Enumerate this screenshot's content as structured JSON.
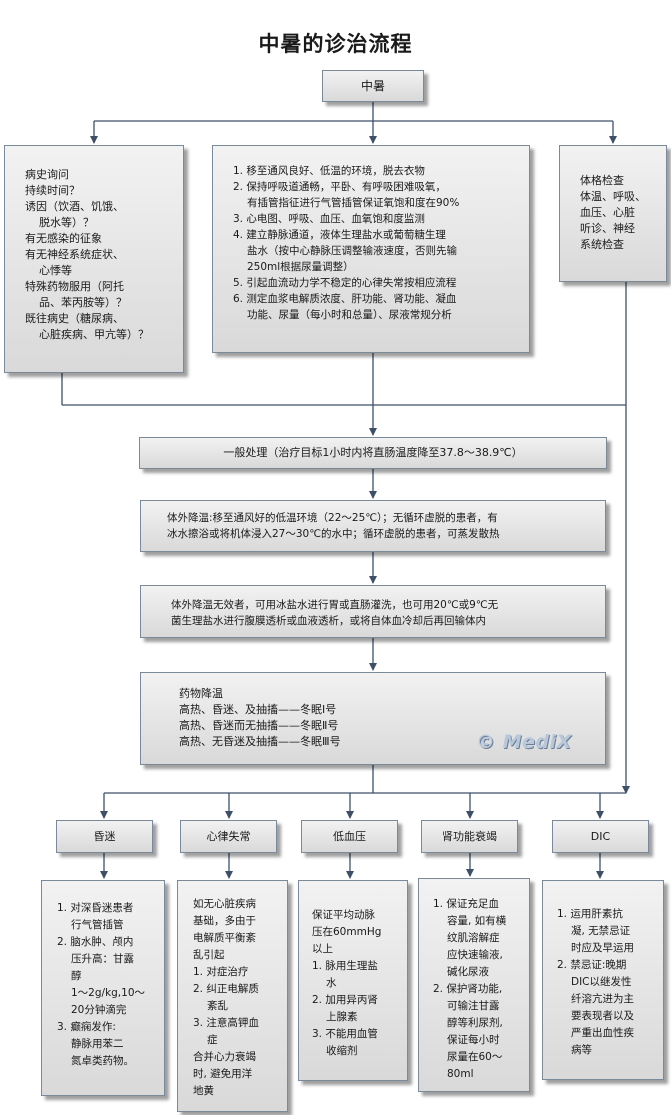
{
  "title": "中暑的诊治流程",
  "root": "中暑",
  "history": [
    "病史询问",
    "持续时间？",
    "诱因（饮酒、饥饿、",
    "脱水等）？",
    "有无感染的征象",
    "有无神经系统症状、",
    "心悸等",
    "特殊药物服用（阿托",
    "品、苯丙胺等）？",
    "既往病史（糖尿病、",
    "心脏疾病、甲亢等）？"
  ],
  "treatment": [
    "1. 移至通风良好、低温的环境，脱去衣物",
    "2. 保持呼吸道通畅，平卧、有呼吸困难吸氧，",
    "有插管指征进行气管插管保证氧饱和度在90%",
    "3. 心电图、呼吸、血压、血氧饱和度监测",
    "4. 建立静脉通道，液体生理盐水或葡萄糖生理",
    "盐水（按中心静脉压调整输液速度，否则先输",
    "250ml根据尿量调整）",
    "5. 引起血流动力学不稳定的心律失常按相应流程",
    "6. 测定血浆电解质浓度、肝功能、肾功能、凝血",
    "功能、尿量（每小时和总量）、尿液常规分析"
  ],
  "exam": [
    "体格检查",
    "体温、呼吸、",
    "血压、心脏",
    "听诊、神经",
    "系统检查"
  ],
  "general": "一般处理（治疗目标1小时内将直肠温度降至37.8～38.9℃）",
  "external_cooling": [
    "体外降温:移至通风好的低温环境（22～25℃）；无循环虚脱的患者，有",
    "冰水擦浴或将机体浸入27～30℃的水中；循环虚脱的患者，可蒸发散热"
  ],
  "failed_cooling": [
    "体外降温无效者，可用冰盐水进行胃或直肠灌洗，也可用20℃或9℃无",
    "菌生理盐水进行腹膜透析或血液透析，或将自体血冷却后再回输体内"
  ],
  "drug_cooling": [
    "药物降温",
    "高热、昏迷、及抽搐——冬眠Ⅰ号",
    "高热、昏迷而无抽搐——冬眠Ⅱ号",
    "高热、无昏迷及抽搐——冬眠Ⅲ号"
  ],
  "watermark": "© MediX",
  "branches": [
    {
      "label": "昏迷",
      "detail": [
        "1. 对深昏迷患者",
        "行气管插管",
        "2. 脑水肿、颅内",
        "压升高：甘露",
        "醇",
        "1～2g/kg,10～",
        "20分钟滴完",
        "3. 癫痫发作:",
        "静脉用苯二",
        "氮卓类药物。"
      ]
    },
    {
      "label": "心律失常",
      "detail": [
        "如无心脏疾病",
        "基础，多由于",
        "电解质平衡紊",
        "乱引起",
        "1. 对症治疗",
        "2. 纠正电解质",
        "紊乱",
        "3. 注意高钾血",
        "症",
        "合并心力衰竭",
        "时, 避免用洋",
        "地黄"
      ]
    },
    {
      "label": "低血压",
      "detail": [
        "保证平均动脉",
        "压在60mmHg",
        "以上",
        "1. 脉用生理盐",
        "水",
        "2. 加用异丙肾",
        "上腺素",
        "3. 不能用血管",
        "收缩剂"
      ]
    },
    {
      "label": "肾功能衰竭",
      "detail": [
        "1. 保证充足血",
        "容量, 如有横",
        "纹肌溶解症",
        "应快速输液,",
        "碱化尿液",
        "2. 保护肾功能,",
        "可输注甘露",
        "醇等利尿剂,",
        "保证每小时",
        "尿量在60～",
        "80ml"
      ]
    },
    {
      "label": "DIC",
      "detail": [
        "1. 运用肝素抗",
        "凝, 无禁忌证",
        "时应及早运用",
        "2. 禁忌证:晚期",
        "DIC以继发性",
        "纤溶亢进为主",
        "要表现者以及",
        "严重出血性疾",
        "病等"
      ]
    }
  ],
  "colors": {
    "line": "#3d5068",
    "box_top": "#f2f2f2",
    "box_bottom": "#d9d9d9",
    "border": "#7b8a99"
  }
}
